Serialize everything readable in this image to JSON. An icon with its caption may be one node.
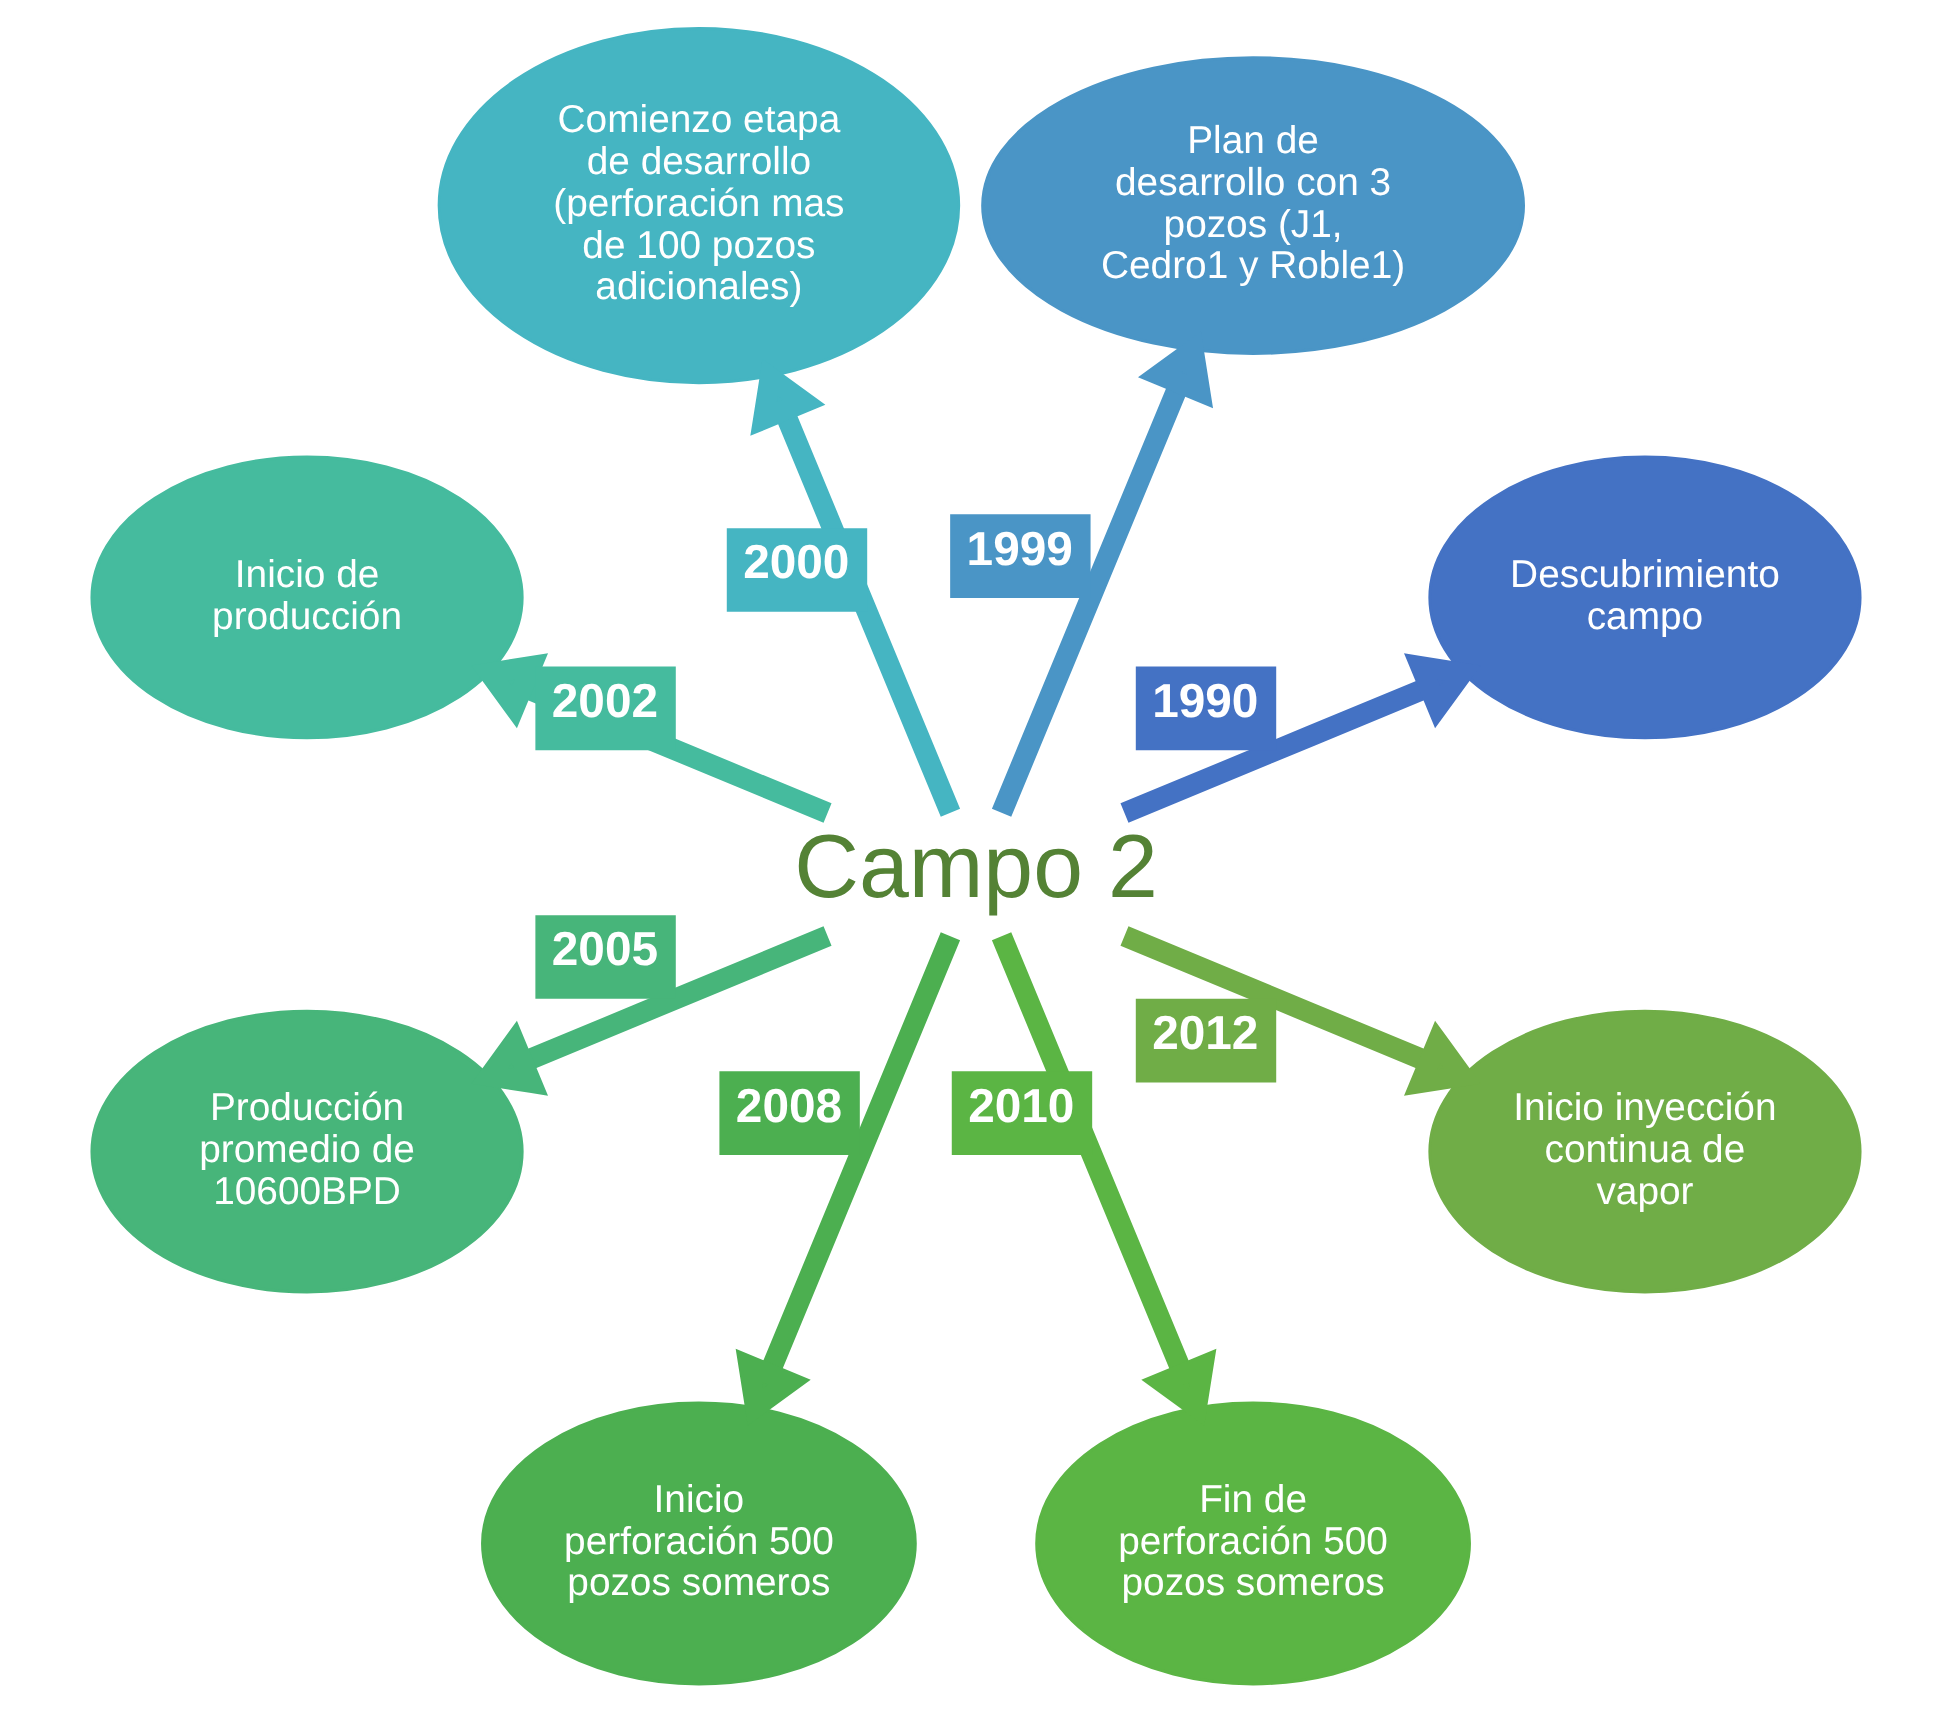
{
  "diagram": {
    "nodes": [
      {
        "text": [
          "Campo 2"
        ]
      },
      {
        "text": [
          "Descubrimiento campo"
        ]
      },
      {
        "text": [
          "Plan de desarrollo con 3 pozos (J1, Cedro1 y Roble1)"
        ]
      },
      {
        "text": [
          "Comienzo etapa de desarrollo (perforación mas de 100 pozos adicionales)"
        ]
      },
      {
        "text": [
          "Inicio de producción"
        ]
      },
      {
        "text": [
          "Producción promedio de 10600BPD"
        ]
      },
      {
        "text": [
          "Inicio perforación 500 pozos someros"
        ]
      },
      {
        "text": [
          "Fin de perforación 500 pozos someros"
        ]
      },
      {
        "text": [
          "Inicio inyección continua de vapor"
        ]
      }
    ],
    "edges": [
      {
        "from": 0,
        "to": 1,
        "arrow": "to",
        "label": "1990",
        "color": "#4472c4"
      },
      {
        "from": 0,
        "to": 2,
        "arrow": "to",
        "label": "1999",
        "color": "#4a95c6"
      },
      {
        "from": 0,
        "to": 3,
        "arrow": "to",
        "label": "2000",
        "color": "#45b5c2"
      },
      {
        "from": 0,
        "to": 4,
        "arrow": "to",
        "label": "2002",
        "color": "#45bb9e"
      },
      {
        "from": 0,
        "to": 5,
        "arrow": "to",
        "label": "2005",
        "color": "#47b57a"
      },
      {
        "from": 0,
        "to": 6,
        "arrow": "to",
        "label": "2008",
        "color": "#4caf50"
      },
      {
        "from": 0,
        "to": 7,
        "arrow": "to",
        "label": "2010",
        "color": "#5bb544"
      },
      {
        "from": 0,
        "to": 8,
        "arrow": "to",
        "label": "2012",
        "color": "#70ad47"
      }
    ]
  }
}
